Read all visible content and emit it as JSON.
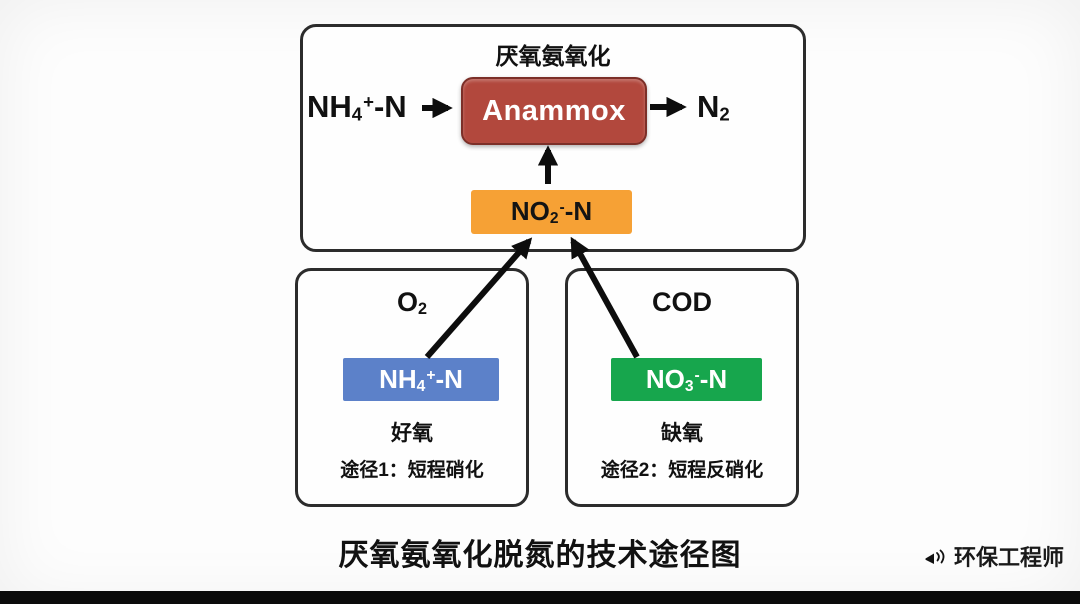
{
  "top_box": {
    "title": "厌氧氨氧化",
    "input_formula": {
      "base": "NH",
      "sub": "4",
      "sup": "+",
      "suffix": "-N"
    },
    "process_label": "Anammox",
    "output_formula": {
      "base": "N",
      "sub": "2"
    },
    "intermediate_formula": {
      "base": "NO",
      "sub": "2",
      "sup": "-",
      "suffix": "-N"
    }
  },
  "left_box": {
    "reagent_formula": {
      "base": "O",
      "sub": "2"
    },
    "substrate_formula": {
      "base": "NH",
      "sub": "4",
      "sup": "+",
      "suffix": "-N"
    },
    "condition": "好氧",
    "pathway": "途径1：短程硝化"
  },
  "right_box": {
    "reagent_label": "COD",
    "substrate_formula": {
      "base": "NO",
      "sub": "3",
      "sup": "-",
      "suffix": "-N"
    },
    "condition": "缺氧",
    "pathway": "途径2：短程反硝化"
  },
  "caption": "厌氧氨氧化脱氮的技术途径图",
  "watermark": {
    "label": "环保工程师",
    "icon": "megaphone-icon"
  },
  "colors": {
    "anammox_box": "#b2483d",
    "nitrite_box": "#f6a135",
    "ammonium_box": "#5c81c9",
    "nitrate_box": "#17a64d",
    "arrows": "#0d0d0d",
    "panel_border": "#2c2c2c"
  }
}
